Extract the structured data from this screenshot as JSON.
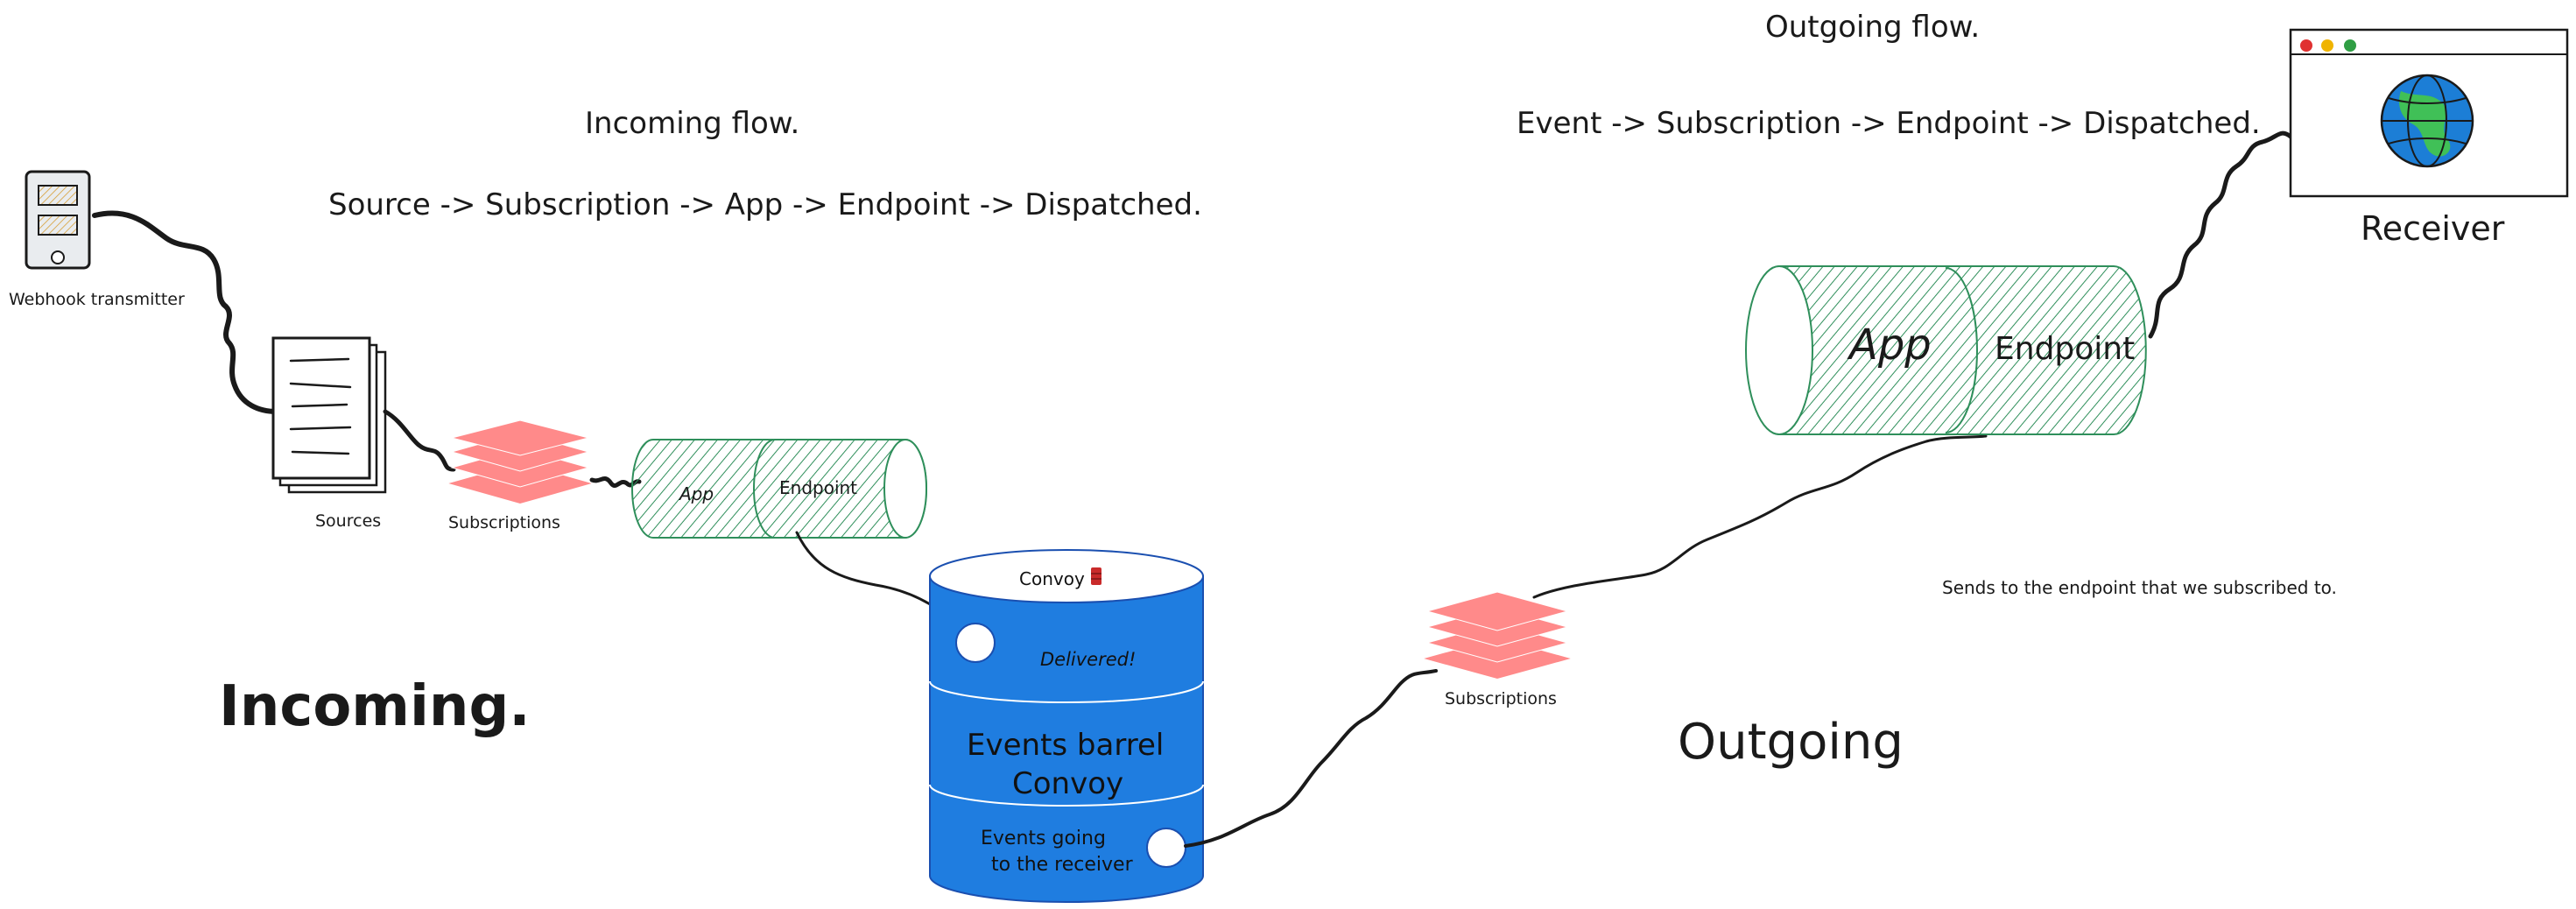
{
  "texts": {
    "incoming_flow_title": "Incoming flow.",
    "incoming_flow_path": "Source -> Subscription -> App -> Endpoint -> Dispatched.",
    "outgoing_flow_title": "Outgoing flow.",
    "outgoing_flow_path": "Event -> Subscription -> Endpoint -> Dispatched.",
    "webhook_transmitter": "Webhook transmitter",
    "sources": "Sources",
    "subscriptions_left": "Subscriptions",
    "subscriptions_right": "Subscriptions",
    "app_small": "App",
    "endpoint_small": "Endpoint",
    "app_large": "App",
    "endpoint_large": "Endpoint",
    "receiver": "Receiver",
    "incoming": "Incoming.",
    "outgoing": "Outgoing",
    "sends_note": "Sends to the endpoint that we subscribed to.",
    "barrel_top": "Convoy",
    "barrel_delivered": "Delivered!",
    "barrel_events_line1": "Events barrel",
    "barrel_events_line2": "Convoy",
    "barrel_going_line1": "Events going",
    "barrel_going_line2": "to the receiver"
  },
  "icons": {
    "transmitter": "phone-device-icon",
    "sources": "document-stack-icon",
    "subscriptions": "layer-stack-icon",
    "barrel": "database-barrel-icon",
    "browser": "browser-window-icon",
    "globe": "globe-icon",
    "convoy_logo": "red-barrel-icon"
  },
  "colors": {
    "subscriptions_fill": "#ff8a8a",
    "pipe_green": "#2f8f5b",
    "barrel_blue": "#1f7de0",
    "browser_dot_red": "#e03131",
    "browser_dot_yellow": "#f0b400",
    "browser_dot_green": "#2f9e44",
    "globe_blue": "#1c7ed6",
    "globe_land": "#40c057",
    "phone_screen": "#f5c86b"
  }
}
